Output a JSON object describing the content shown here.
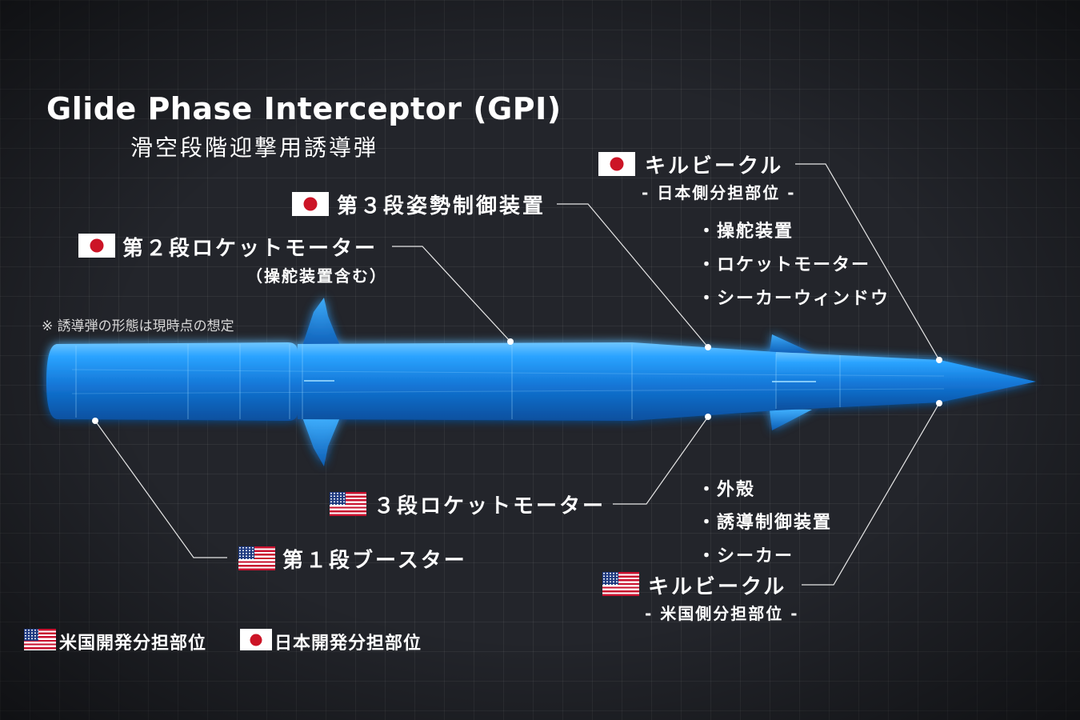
{
  "title": {
    "en": "Glide Phase Interceptor (GPI)",
    "ja": "滑空段階迎撃用誘導弾"
  },
  "note": "※ 誘導弾の形態は現時点の想定",
  "labels": {
    "kill_vehicle_jp": {
      "name": "キルビークル",
      "sub": "- 日本側分担部位 -"
    },
    "stage3_attitude": "第３段姿勢制御装置",
    "stage2_motor": {
      "name": "第２段ロケットモーター",
      "sub": "（操舵装置含む）"
    },
    "stage3_motor": "３段ロケットモーター",
    "stage1_booster": "第１段ブースター",
    "kill_vehicle_us": {
      "name": "キルビークル",
      "sub": "- 米国側分担部位 -"
    }
  },
  "jp_items": [
    "・操舵装置",
    "・ロケットモーター",
    "・シーカーウィンドウ"
  ],
  "us_items": [
    "・外殻",
    "・誘導制御装置",
    "・シーカー"
  ],
  "legend": {
    "us": "米国開発分担部位",
    "jp": "日本開発分担部位"
  },
  "icons": {
    "us_flag": "us-flag-icon",
    "jp_flag": "japan-flag-icon"
  },
  "colors": {
    "background": "#23252b",
    "missile": "#1e8ff0",
    "jp_red": "#cc1426",
    "us_blue": "#1f3a80",
    "us_red": "#c8102e"
  }
}
